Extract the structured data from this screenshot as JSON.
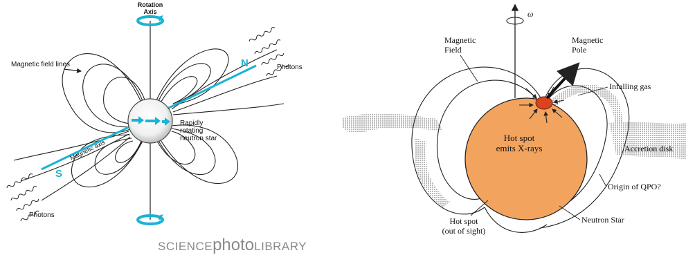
{
  "left_panel": {
    "rotation_axis_line1": "Rotation",
    "rotation_axis_line2": "Axis",
    "field_lines_label": "Magnetic field lines",
    "north_label": "N",
    "south_label": "S",
    "photons_top": "Photons",
    "photons_bottom": "Photons",
    "star_label_line1": "Rapidly",
    "star_label_line2": "rotating",
    "star_label_line3": "neutron star",
    "magnetic_axis_label": "Magnetic axis",
    "watermark_part1": "SCIENCE",
    "watermark_part2": "photo",
    "watermark_part3": "LIBRARY"
  },
  "right_panel": {
    "omega_label": "ω",
    "magnetic_field_line1": "Magnetic",
    "magnetic_field_line2": "Field",
    "magnetic_pole_line1": "Magnetic",
    "magnetic_pole_line2": "Pole",
    "infalling_gas": "Infalling gas",
    "accretion_disk": "Accretion disk",
    "hot_spot_line1": "Hot spot",
    "hot_spot_line2": "emits X-rays",
    "origin_qpo": "Origin of QPO?",
    "hidden_spot_line1": "Hot spot",
    "hidden_spot_line2": "(out of sight)",
    "neutron_star": "Neutron Star"
  },
  "colors": {
    "accent_cyan": "#19b3d4",
    "star_orange": "#f2a45e",
    "hotspot_red": "#d9431e",
    "line": "#222222",
    "watermark": "#8a8a8a"
  }
}
